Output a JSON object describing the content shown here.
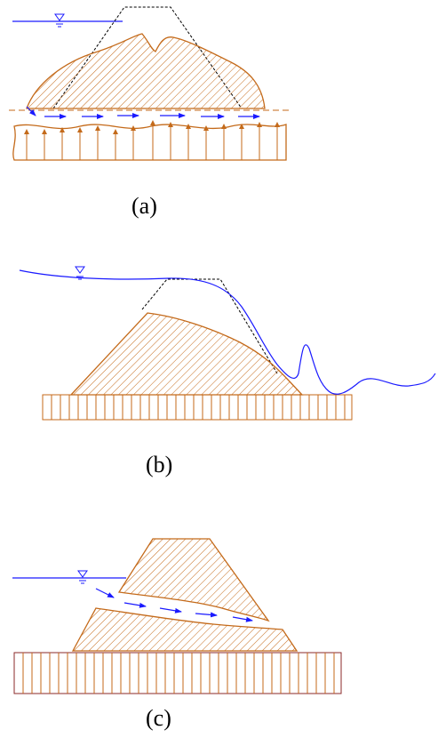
{
  "figure": {
    "panels": [
      {
        "id": "a",
        "caption": "(a)"
      },
      {
        "id": "b",
        "caption": "(b)"
      },
      {
        "id": "c",
        "caption": "(c)"
      }
    ],
    "colors": {
      "water": "#1a1aff",
      "soil": "#c46a1a",
      "outline": "#000000",
      "foundation_c_edge": "#8b2a2a"
    },
    "symbols": [
      "water-level-symbol",
      "seepage-arrow",
      "uplift-arrow",
      "hatched-soil"
    ]
  }
}
